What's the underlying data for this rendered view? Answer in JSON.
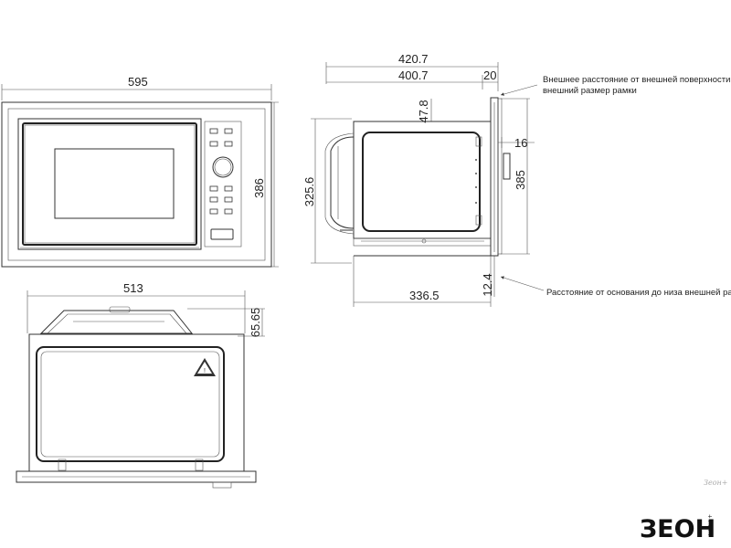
{
  "front_view": {
    "width_label": "595",
    "height_label": "386"
  },
  "side_view": {
    "overall_depth_label": "420.7",
    "body_depth_label": "400.7",
    "frame_offset_label": "20",
    "top_label": "47.8",
    "frame_thickness_label": "16",
    "height_label": "385",
    "body_height_label": "325.6",
    "base_depth_label": "336.5",
    "base_gap_label": "12.4"
  },
  "top_view": {
    "width_label": "513",
    "height_label": "65.65"
  },
  "notes": {
    "frame_note_line1": "Внешнее расстояние от внешней поверхности и",
    "frame_note_line2": "внешний размер рамки",
    "base_note": "Расстояние от основания до низа внешней рамы"
  },
  "watermark": "Зеон+",
  "logo_text": "ЗЕОН"
}
